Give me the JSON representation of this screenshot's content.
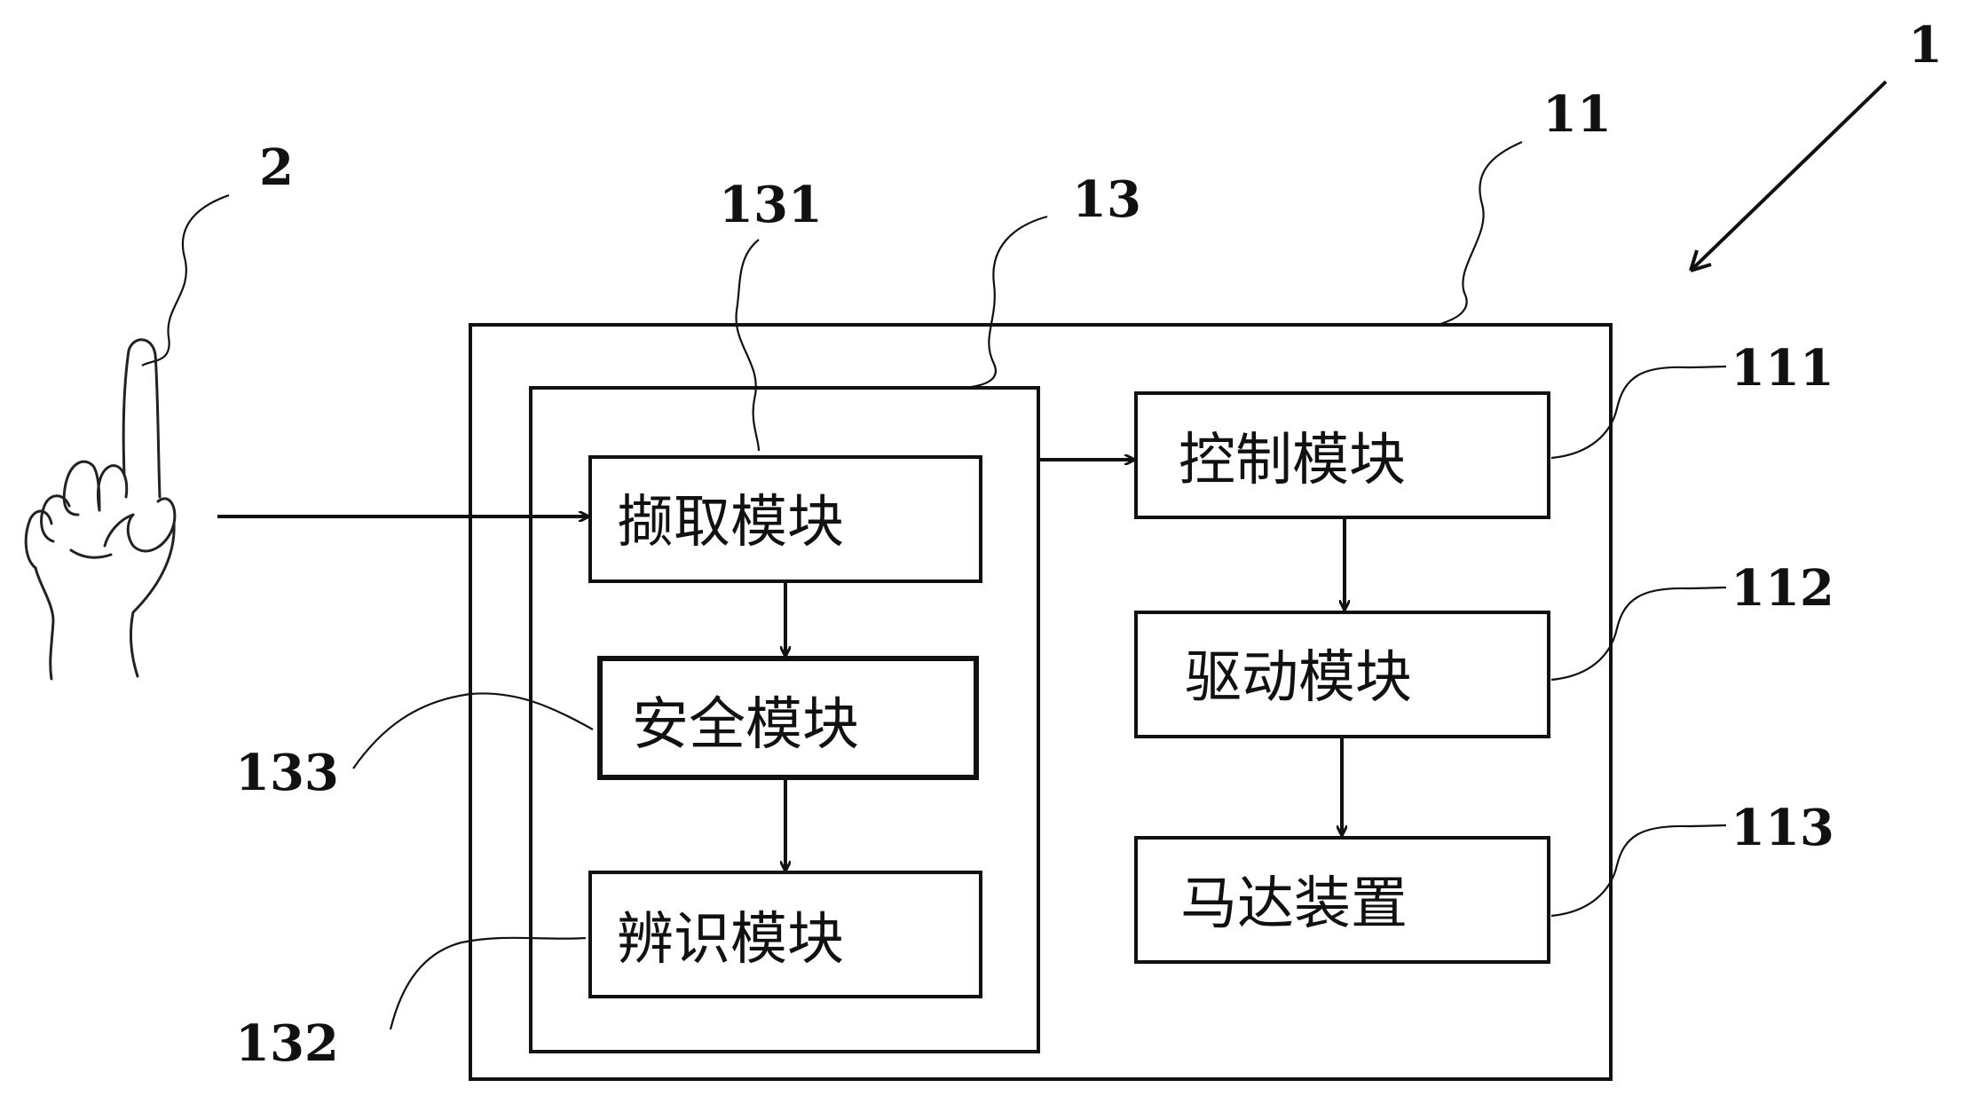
{
  "labels": {
    "system": "1",
    "hand": "2",
    "device": "11",
    "processing_unit": "13",
    "capture": "131",
    "recognition": "132",
    "security": "133",
    "control": "111",
    "drive": "112",
    "motor": "113"
  },
  "modules": {
    "capture": "撷取模块",
    "security": "安全模块",
    "recognition": "辨识模块",
    "control": "控制模块",
    "drive": "驱动模块",
    "motor": "马达装置"
  },
  "icons": {
    "hand": "pointing-hand-icon"
  }
}
